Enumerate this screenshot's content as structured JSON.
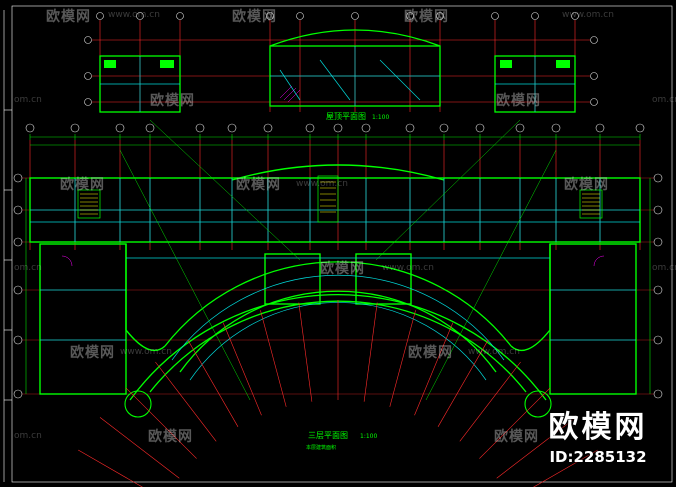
{
  "drawing": {
    "top_plan_title": "屋顶平面图",
    "top_plan_scale": "1:100",
    "main_plan_title": "三层平面图",
    "main_plan_scale": "1:100",
    "main_plan_note": "本层建筑面积",
    "colors": {
      "background": "#000000",
      "wall": "#00ff00",
      "axis": "#ff2a2a",
      "dimension": "#00e000",
      "annotation": "#ffff00",
      "fill": "#00d8d8",
      "hatch": "#ff00ff"
    }
  },
  "watermark": {
    "text": "欧模网",
    "site": "www.om.cn",
    "site_short": "om.cn"
  },
  "brand": {
    "name": "欧模网",
    "id": "ID:2285132"
  }
}
